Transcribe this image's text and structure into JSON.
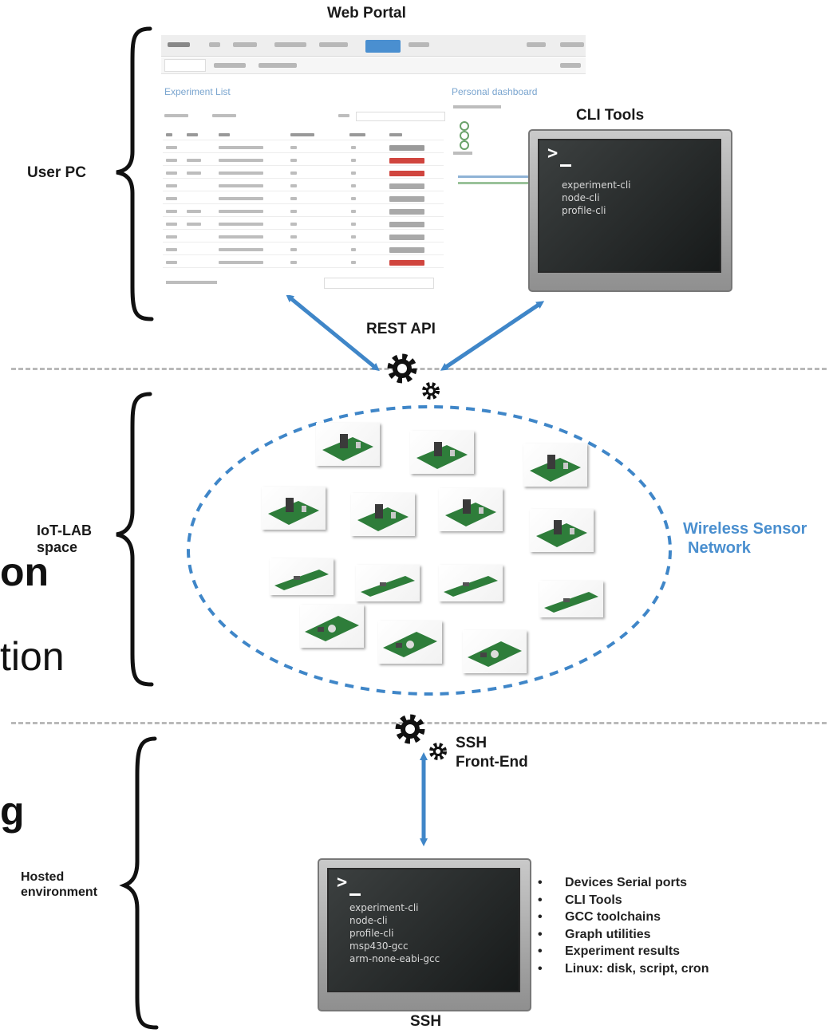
{
  "labels": {
    "web_portal": "Web Portal",
    "cli_tools": "CLI Tools",
    "user_pc": "User PC",
    "rest_api": "REST API",
    "iot_lab_line1": "IoT-LAB",
    "iot_lab_line2": "space",
    "wsn_line1": "Wireless Sensor",
    "wsn_line2": "Network",
    "ssh_front_line1": "SSH",
    "ssh_front_line2": "Front-End",
    "hosted_line1": "Hosted",
    "hosted_line2": "environment",
    "ssh_bottom": "SSH"
  },
  "partial_text": {
    "bold_fragment_1": "on",
    "fragment_2": "tion",
    "bold_fragment_3": "g"
  },
  "portal": {
    "experiment_list_title": "Experiment List",
    "dashboard_title": "Personal dashboard"
  },
  "cli_terminal": {
    "prompt": ">",
    "commands": [
      "experiment-cli",
      "node-cli",
      "profile-cli"
    ]
  },
  "ssh_terminal": {
    "prompt": ">",
    "commands": [
      "experiment-cli",
      "node-cli",
      "profile-cli",
      "msp430-gcc",
      "arm-none-eabi-gcc"
    ]
  },
  "hosted_features": [
    "Devices Serial ports",
    "CLI Tools",
    "GCC toolchains",
    "Graph utilities",
    "Experiment results",
    "Linux: disk, script, cron"
  ],
  "colors": {
    "arrow": "#3f86c8",
    "network_ellipse": "#3f86c8",
    "wsn_label": "#4a8fcf",
    "separator": "#b9b9b9",
    "board_green": "#2e7d3a"
  },
  "icons": [
    "gear-icon",
    "arrow-icon",
    "brace-icon",
    "sensor-board-icon"
  ]
}
